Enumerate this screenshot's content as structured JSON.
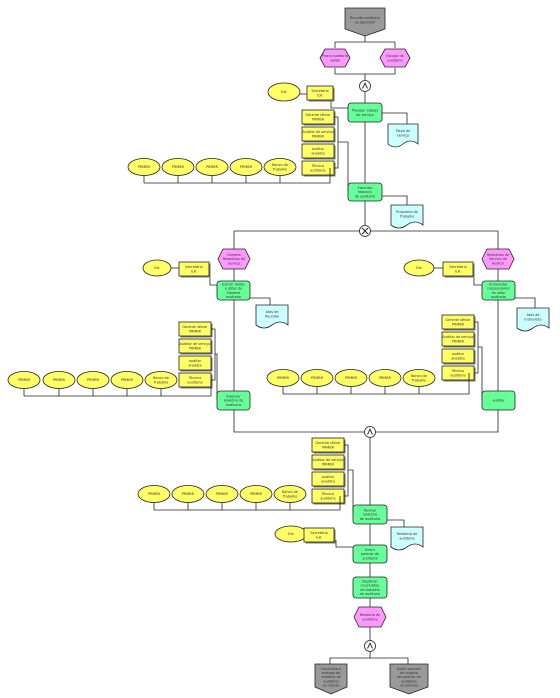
{
  "colors": {
    "function": "#66ff99",
    "event": "#ff99ff",
    "org": "#ffff66",
    "doc": "#ccffff",
    "start": "#999999",
    "line": "#222222"
  },
  "labels": {
    "start_event": [
      "Reunião auditoria",
      "no dd/mm/P"
    ],
    "ev_top_left": [
      "Plano auditoria",
      "válido"
    ],
    "ev_top_right": [
      "Escopo da",
      "auditoria"
    ],
    "fn_planejar": [
      "Planejar etapas",
      "de serviço"
    ],
    "doc_planejar": [
      "Plano de",
      "serviço"
    ],
    "fn_executar": [
      "Executar",
      "etapa(s)",
      "de auditoria"
    ],
    "doc_executar": [
      "Programa de",
      "Trabalho"
    ],
    "ev_mid_left": [
      "Gerente",
      "Relatórios de",
      "Serviço"
    ],
    "fn_left_top": [
      "Extrair dados",
      "e obter de",
      "Sistema",
      "auditado"
    ],
    "doc_left": [
      "Atas de",
      "Reunião"
    ],
    "fn_left_bottom": [
      "Elaborar",
      "relatório de",
      "auditoria"
    ],
    "ev_mid_right": [
      "Relatórios de",
      "Serviço de",
      "Auditor"
    ],
    "fn_right_top": [
      "Entrevistar",
      "responsáveis",
      "do setor",
      "auditado"
    ],
    "doc_right": [
      "Atas de",
      "Entrevista"
    ],
    "fn_right_bottom": [
      "auditar"
    ],
    "fn_revisar": [
      "Revisar",
      "relatório",
      "de auditoria"
    ],
    "doc_revisar": [
      "Relatório de",
      "auditoria"
    ],
    "fn_emitir": [
      "Emitir",
      "parecer de",
      "auditoria"
    ],
    "fn_registrar": [
      "Registrar",
      "conclusões",
      "de trabalho",
      "de auditoria"
    ],
    "ev_final": [
      "Relatório de",
      "auditoria"
    ],
    "end_left": [
      "Concluída a",
      "entrega do",
      "relatório de",
      "auditoria",
      "ao cliente"
    ],
    "end_right": [
      "Emitir parecer",
      "de registro",
      "de parecer de",
      "auditoria",
      "no sistema"
    ],
    "org_small": [
      "Ext"
    ],
    "role_coord": [
      "Secretário",
      "Ext"
    ],
    "role_gerente": [
      "Gerente sênior",
      "PRMBR"
    ],
    "role_auditor": [
      "Auditor de serviço",
      "PRMBR"
    ],
    "role_analista": [
      "auditor",
      "analista"
    ],
    "role_tecnico": [
      "Técnico",
      "auditoria"
    ],
    "org_prmbr": [
      "PRMBR"
    ],
    "org_banco": [
      "Banco de",
      "Trabalho"
    ]
  }
}
